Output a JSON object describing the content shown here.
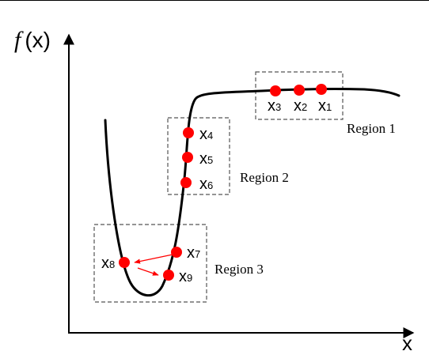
{
  "axes": {
    "y_label_f": "f",
    "y_label_rest": "(x)",
    "x_label": "x"
  },
  "points": [
    {
      "base": "x",
      "sub": "1"
    },
    {
      "base": "x",
      "sub": "2"
    },
    {
      "base": "x",
      "sub": "3"
    },
    {
      "base": "x",
      "sub": "4"
    },
    {
      "base": "x",
      "sub": "5"
    },
    {
      "base": "x",
      "sub": "6"
    },
    {
      "base": "x",
      "sub": "7"
    },
    {
      "base": "x",
      "sub": "8"
    },
    {
      "base": "x",
      "sub": "9"
    }
  ],
  "regions": [
    {
      "label": "Region 1"
    },
    {
      "label": "Region 2"
    },
    {
      "label": "Region 3"
    }
  ],
  "colors": {
    "point": "#ff0000",
    "arrow": "#ff0000",
    "curve": "#000000",
    "box": "#555555"
  }
}
